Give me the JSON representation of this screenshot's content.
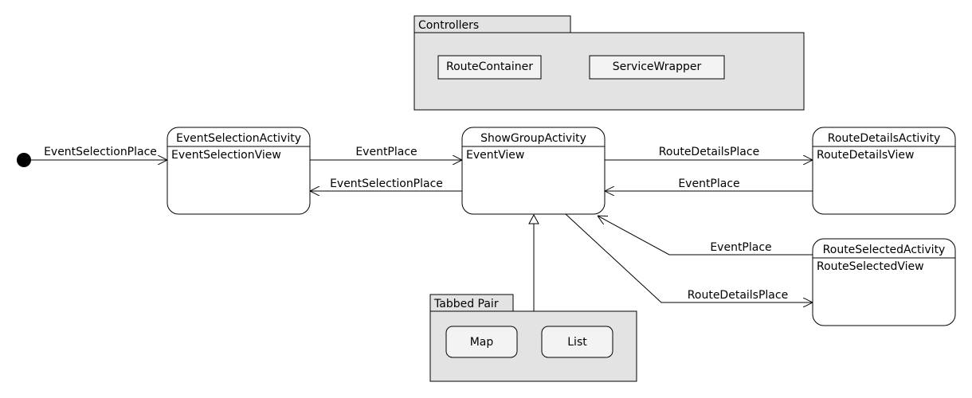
{
  "packages": {
    "controllers": {
      "label": "Controllers",
      "items": [
        "RouteContainer",
        "ServiceWrapper"
      ]
    },
    "tabbed_pair": {
      "label": "Tabbed Pair",
      "items": [
        "Map",
        "List"
      ]
    }
  },
  "states": {
    "event_selection": {
      "title": "EventSelectionActivity",
      "body": "EventSelectionView"
    },
    "show_group": {
      "title": "ShowGroupActivity",
      "body": "EventView"
    },
    "route_details": {
      "title": "RouteDetailsActivity",
      "body": "RouteDetailsView"
    },
    "route_selected": {
      "title": "RouteSelectedActivity",
      "body": "RouteSelectedView"
    }
  },
  "transitions": {
    "start_to_es": "EventSelectionPlace",
    "es_to_sg": "EventPlace",
    "sg_to_es": "EventSelectionPlace",
    "sg_to_rd": "RouteDetailsPlace",
    "rd_to_sg": "EventPlace",
    "rs_to_sg": "EventPlace",
    "sg_to_rs": "RouteDetailsPlace"
  }
}
